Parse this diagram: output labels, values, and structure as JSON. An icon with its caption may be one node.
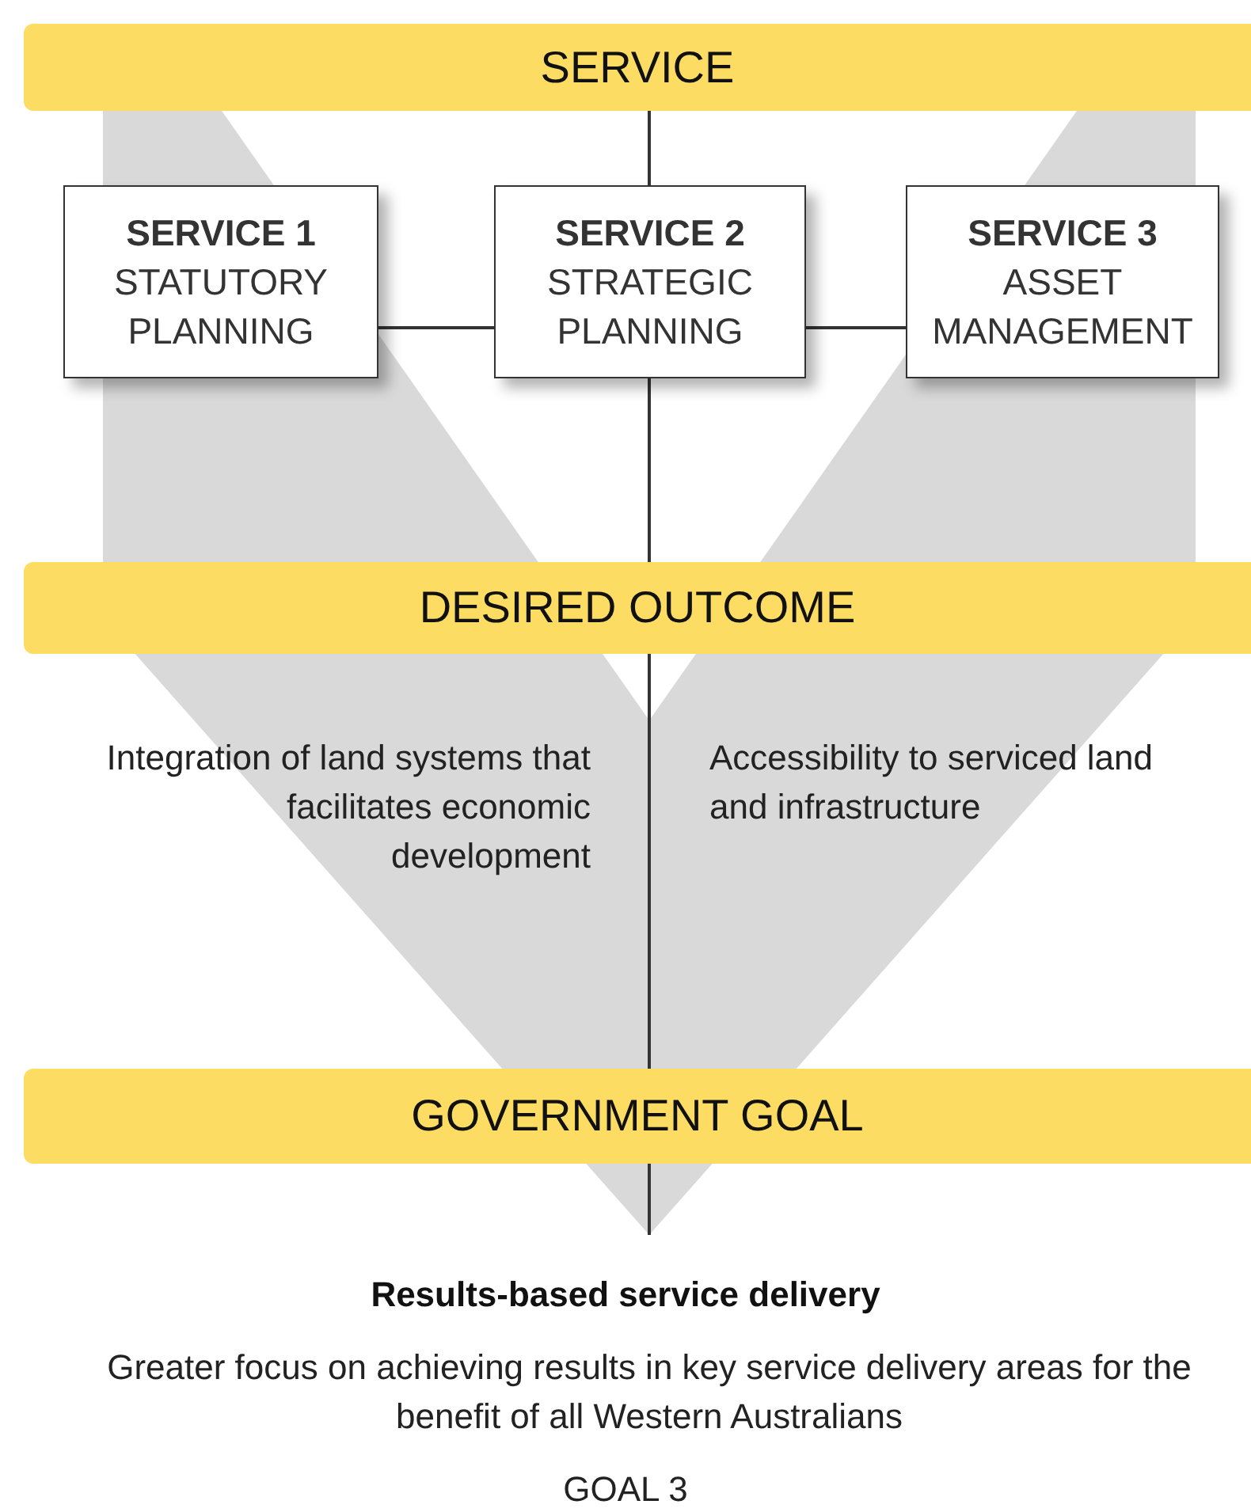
{
  "diagram": {
    "nodes": [
      {
        "text": [
          "SERVICE"
        ]
      },
      {
        "text": [
          "SERVICE 1",
          "STATUTORY PLANNING"
        ]
      },
      {
        "text": [
          "SERVICE 2",
          "STRATEGIC PLANNING"
        ]
      },
      {
        "text": [
          "SERVICE 3",
          "ASSET MANAGEMENT"
        ]
      },
      {
        "text": [
          "DESIRED OUTCOME"
        ]
      },
      {
        "text": [
          "GOVERNMENT GOAL"
        ]
      }
    ],
    "edges": [
      {
        "from": 0,
        "to": 2,
        "arrow": "none"
      },
      {
        "from": 1,
        "to": 2,
        "arrow": "none"
      },
      {
        "from": 2,
        "to": 3,
        "arrow": "none"
      },
      {
        "from": 2,
        "to": 4,
        "arrow": "none"
      },
      {
        "from": 4,
        "to": 5,
        "arrow": "none"
      },
      {
        "from": 5,
        "to": null,
        "arrow": "none"
      }
    ],
    "labels": [
      "Integration of land systems that facilitates economic development",
      "Accessibility to serviced land and infrastructure",
      "Results-based service delivery",
      "Greater focus on achieving results in key service delivery areas for the benefit of all Western Australians",
      "GOAL 3"
    ]
  }
}
